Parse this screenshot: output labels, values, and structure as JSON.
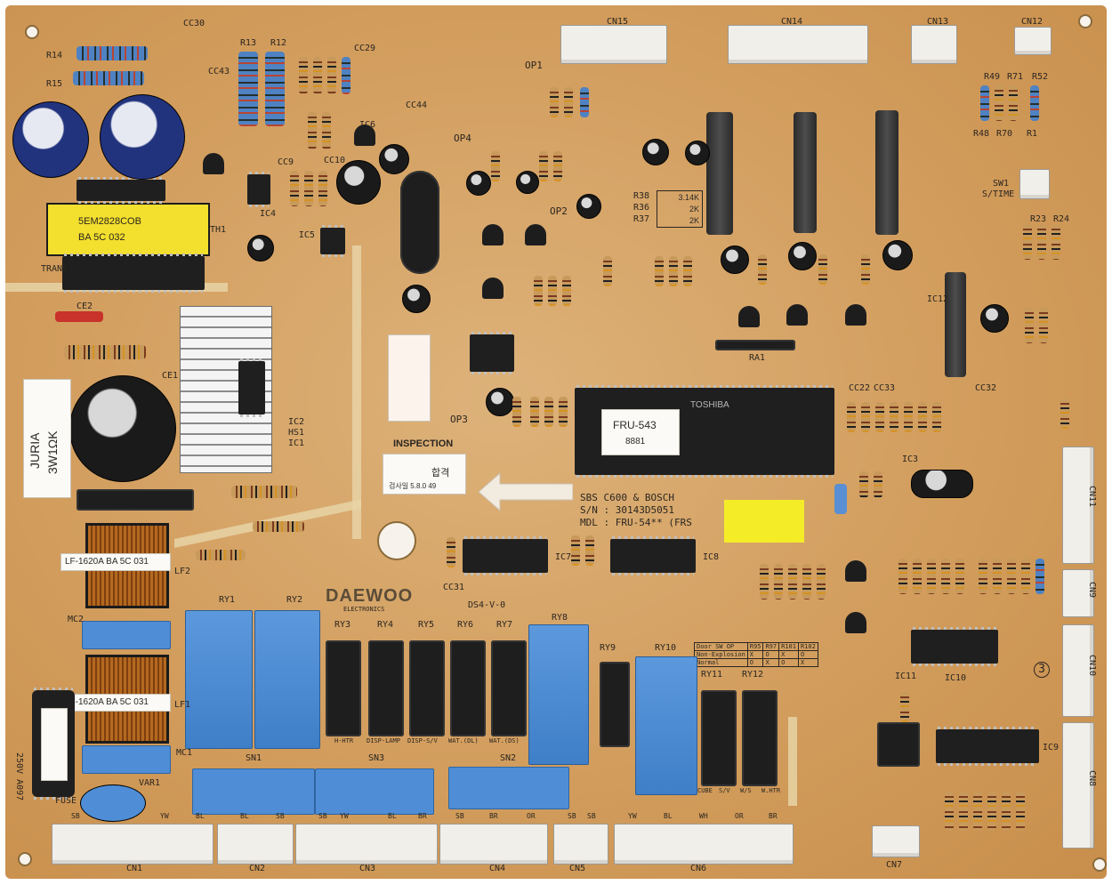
{
  "board": {
    "transformer_label": [
      "5EM2828COB",
      "BA 5C 032"
    ],
    "fuse_label": [
      "JURIA",
      "3W1ΩK"
    ],
    "filter_labels": [
      "LF-1620A  BA 5C 031",
      "LF-1620A  BA 5C 031"
    ],
    "inspection_label": "INSPECTION",
    "inspection_stamp": [
      "합격",
      "검사일 5.8.0 49"
    ],
    "mcu_sticker": [
      "FRU-543",
      "8881"
    ],
    "mcu_marking": "TOSHIBA",
    "model_text": [
      "SBS C600 & BOSCH",
      "S/N : 30143D5051",
      "MDL : FRU-54** (FRS"
    ],
    "brand": "DAEWOO",
    "brand_sub": "ELECTRONICS",
    "ul_mark": "DS4-V-0",
    "circle_number": "3",
    "switch_label": [
      "SW1",
      "S/TIME"
    ],
    "relay_labels": [
      "RY1",
      "RY2",
      "RY3",
      "RY4",
      "RY5",
      "RY6",
      "RY7",
      "RY8",
      "RY9",
      "RY10",
      "RY11",
      "RY12"
    ],
    "relay_func_labels": [
      "H-HTR",
      "DISP-LAMP",
      "DISP-S/V",
      "WAT.(DL)",
      "WAT.(DS)",
      "CUBE",
      "S/V",
      "W/S",
      "W.HTR"
    ],
    "snubber_labels": [
      "SN1",
      "SN3",
      "SN2"
    ],
    "connector_labels": [
      "CN1",
      "CN2",
      "CN3",
      "CN4",
      "CN5",
      "CN6",
      "CN7",
      "CN8",
      "CN9",
      "CN10",
      "CN11",
      "CN12",
      "CN13",
      "CN14",
      "CN15"
    ],
    "wire_colors_cn1": [
      "SB",
      "YW"
    ],
    "wire_colors_cn2": [
      "BL",
      "BL",
      "SB"
    ],
    "wire_colors_cn3": [
      "SB",
      "YW",
      "BL",
      "BR"
    ],
    "wire_colors_cn4": [
      "SB",
      "BR",
      "OR"
    ],
    "wire_colors_cn5": [
      "SB",
      "SB"
    ],
    "wire_colors_cn6": [
      "YW",
      "BL",
      "WH",
      "OR",
      "BR"
    ],
    "ic_labels": [
      "IC1",
      "IC2",
      "IC3",
      "IC4",
      "IC5",
      "IC6",
      "IC7",
      "IC8",
      "IC9",
      "IC10",
      "IC11",
      "IC12"
    ],
    "op_labels": [
      "OP1",
      "OP2",
      "OP3",
      "OP4"
    ],
    "misc_labels": [
      "TRANS",
      "HS1",
      "CE1",
      "CE2",
      "MC1",
      "MC2",
      "VAR1",
      "FUSE",
      "LF1",
      "LF2",
      "RA1",
      "TH1"
    ],
    "option_table": {
      "header": [
        "Door SW OP",
        "R95",
        "R97",
        "R101",
        "R102"
      ],
      "rows": [
        [
          "Non-Explosion",
          "X",
          "O",
          "X",
          "O"
        ],
        [
          "Normal",
          "O",
          "X",
          "O",
          "X"
        ]
      ]
    },
    "resistor_labels": [
      "R13",
      "R12",
      "R14",
      "R15",
      "R38",
      "R36",
      "R37",
      "R48",
      "R70",
      "R1",
      "R23",
      "R24",
      "R49",
      "R71",
      "R52"
    ],
    "r_values": [
      "3.14K",
      "2K",
      "2K"
    ],
    "cap_labels": [
      "CC30",
      "CC43",
      "CC29",
      "CC44",
      "CC9",
      "CC10",
      "CC31",
      "CC32",
      "CC22",
      "CC33"
    ],
    "fuse_side_text": "250V A097"
  }
}
